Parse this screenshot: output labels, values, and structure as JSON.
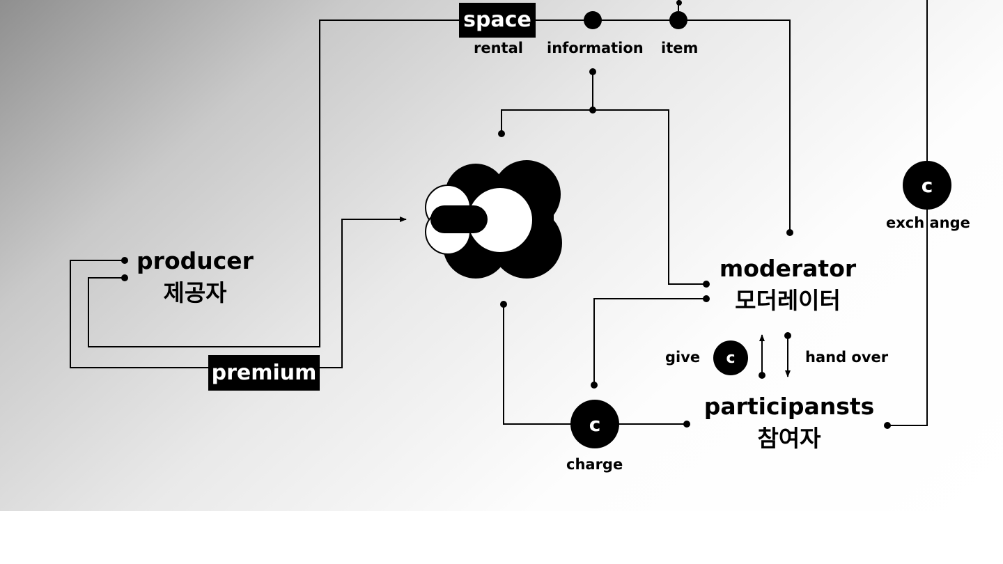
{
  "top_tags": {
    "space": "space",
    "rental": "rental",
    "information": "information",
    "item": "item"
  },
  "producer": {
    "en": "producer",
    "ko": "제공자"
  },
  "premium": "premium",
  "moderator": {
    "en": "moderator",
    "ko": "모더레이터"
  },
  "participants": {
    "en": "participansts",
    "ko": "참여자"
  },
  "exchange": {
    "coin": "c",
    "label": "exch ange"
  },
  "charge": {
    "coin": "c",
    "label": "charge"
  },
  "give": {
    "coin": "c",
    "label": "give"
  },
  "hand_over": "hand over",
  "colors": {
    "ink": "#000000",
    "paper": "#ffffff"
  }
}
